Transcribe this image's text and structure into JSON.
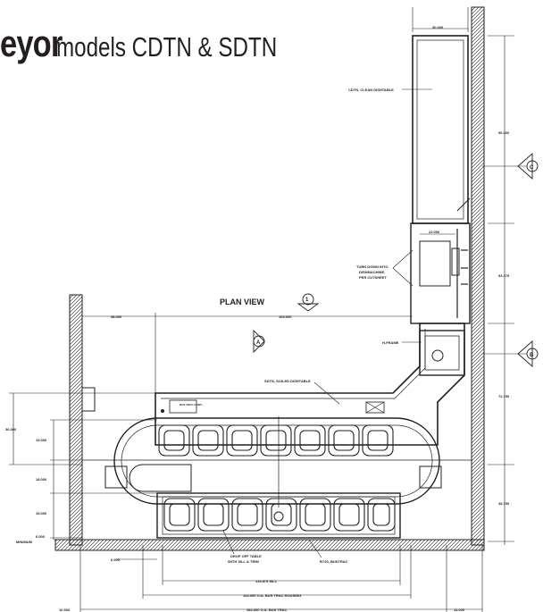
{
  "title": {
    "bold": "eyor",
    "light": "models CDTN & SDTN"
  },
  "view_label": "PLAN VIEW",
  "section_markers": {
    "plan": "1",
    "a": "A",
    "b": "B",
    "c": "C"
  },
  "labels": {
    "clean_table": "CDTN, CLEAN DISHTABLE",
    "turn_down_1": "TURN DOWN INTO",
    "turn_down_2": "DISHMACHINE,",
    "turn_down_3": "PER CUTSHEET",
    "h_frame": "H-FRAME",
    "soiled_table": "SDTN, SOILED DISHTABLE",
    "drop_off_1": "DROP OFF TABLE",
    "drop_off_2": "WITH SILL & TRIM",
    "bustrac": "BT20, BUSTRAC",
    "minimum": "MINIMUM",
    "bustrac_control": "BUS TRAC CONT..."
  },
  "dimensions": {
    "d_30": "30.000",
    "d_96": "96.400",
    "d_22": "22.000",
    "d_53": "53.375",
    "d_38": "38.500",
    "d_165": "165.000",
    "d_72": "72.750",
    "d_36": "36.000",
    "d_19a": "19.000",
    "d_18": "18.000",
    "d_19b": "19.000",
    "d_48": "48.750",
    "d_6a": "6.000",
    "d_6b": "6.000",
    "d_119": "119.875 SILL",
    "d_144": "144.000 O.A. BUS TRAC HOUSING",
    "d_10": "10.500",
    "d_182": "182.000 O.A. BUS TRAC",
    "d_11": "11.000"
  }
}
